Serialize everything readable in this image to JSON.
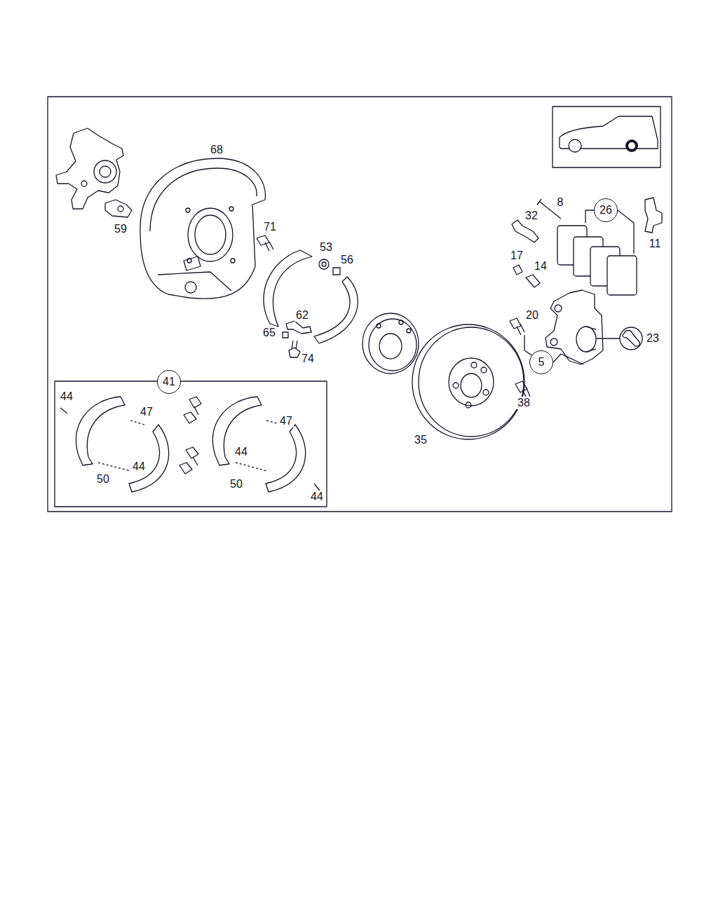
{
  "diagram": {
    "nodes": [
      {
        "text": [
          "26"
        ]
      },
      {
        "text": [
          "5"
        ]
      },
      {
        "text": [
          "41"
        ]
      }
    ],
    "labels": [
      "68",
      "59",
      "71",
      "53",
      "56",
      "62",
      "65",
      "74",
      "35",
      "38",
      "20",
      "23",
      "17",
      "14",
      "32",
      "8",
      "11",
      "44",
      "47",
      "44",
      "50",
      "47",
      "44",
      "50",
      "44"
    ]
  }
}
